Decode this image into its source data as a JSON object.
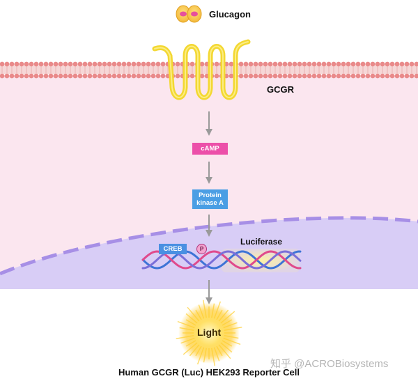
{
  "ligand": {
    "label": "Glucagon"
  },
  "receptor": {
    "label": "GCGR"
  },
  "pathway": {
    "second_messenger": "cAMP",
    "kinase": {
      "line1": "Protein",
      "line2": "kinase A"
    },
    "transcription_factor": "CREB",
    "phospho": "P",
    "reporter_gene": "Luciferase",
    "output": "Light"
  },
  "cell_title": "Human GCGR (Luc) HEK293 Reporter Cell",
  "watermark": "知乎 @ACROBiosystems",
  "colors": {
    "membrane_head": "#e98a8a",
    "cytoplasm": "#fbe6ef",
    "nucleus": "#d8cdf6",
    "nuclear_envelope": "#a78fe6",
    "receptor": "#f3d832",
    "camp": "#ec4fa9",
    "kinase": "#4a9ee4",
    "dna_blue": "#3d74d6",
    "dna_pink": "#e04a8c",
    "light_glow": "#ffd33a"
  }
}
